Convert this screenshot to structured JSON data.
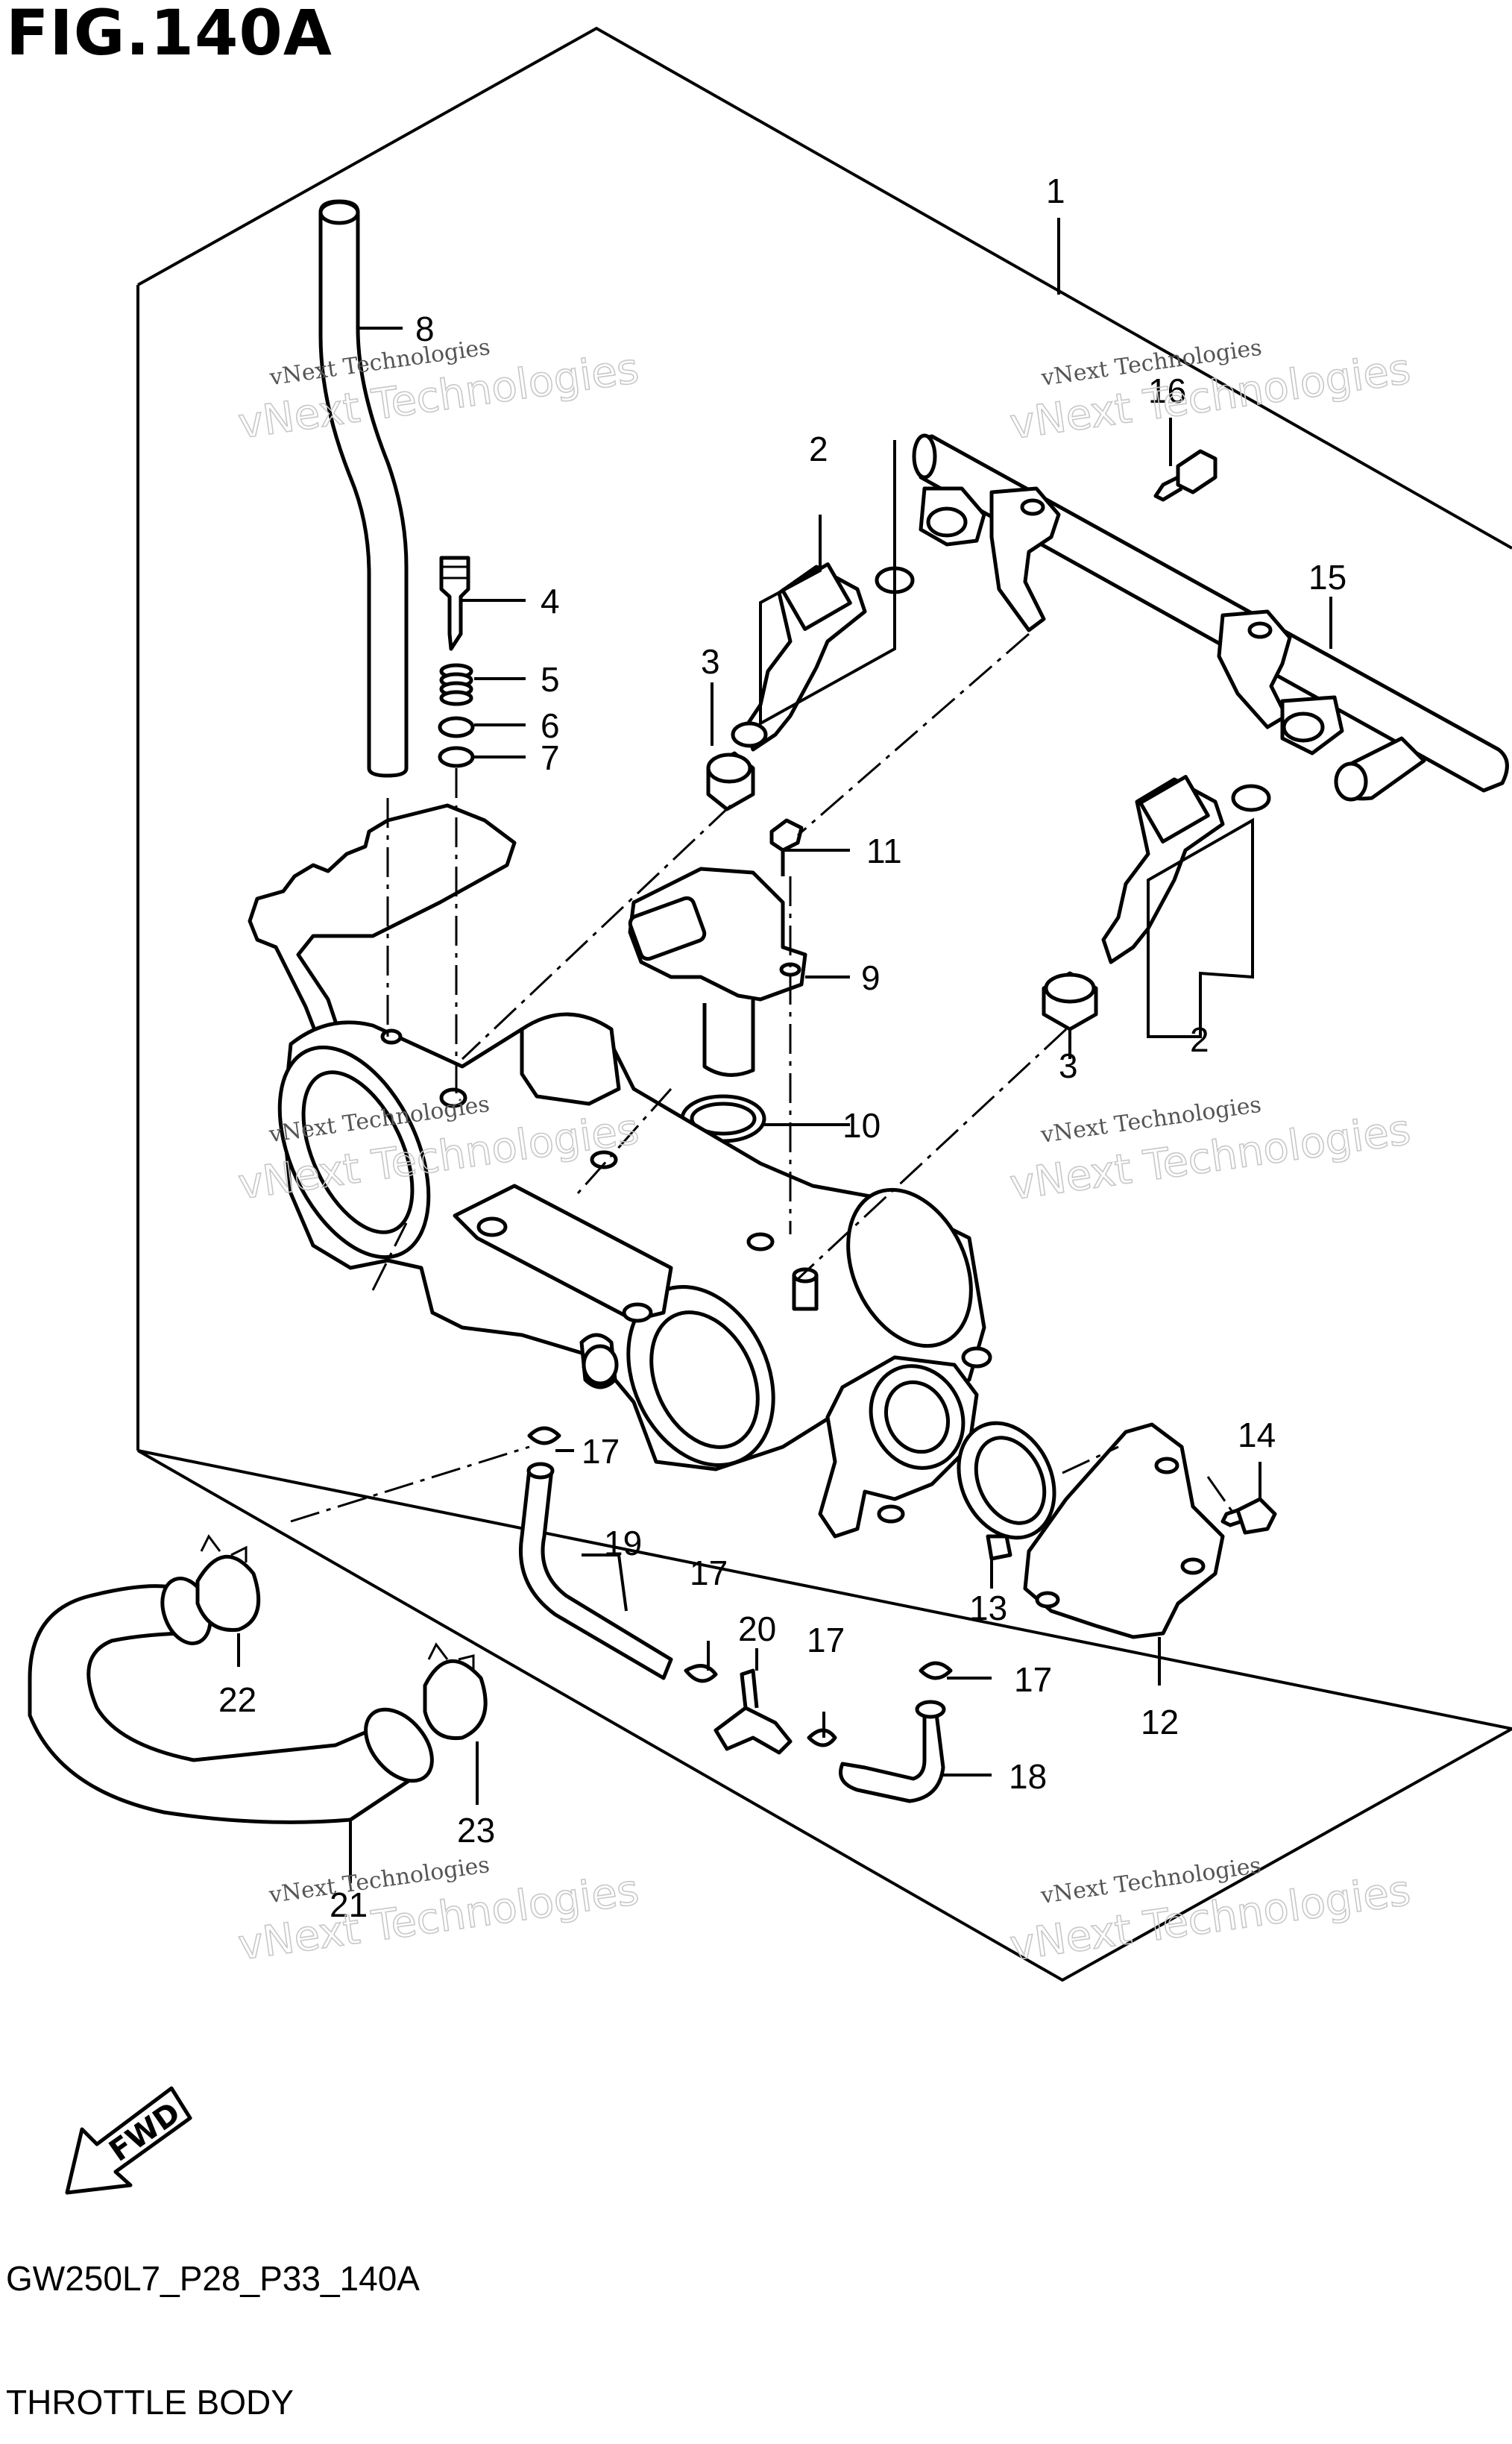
{
  "figure": {
    "title": "FIG.140A",
    "code": "GW250L7_P28_P33_140A",
    "name": "THROTTLE BODY"
  },
  "callouts": [
    "1",
    "2",
    "3",
    "4",
    "5",
    "6",
    "7",
    "8",
    "9",
    "10",
    "11",
    "2",
    "3",
    "12",
    "13",
    "14",
    "15",
    "16",
    "17",
    "17",
    "17",
    "17",
    "18",
    "19",
    "20",
    "21",
    "22",
    "23"
  ],
  "watermark": {
    "line1": "vNext Technologies",
    "line2": "vNext Technologies"
  },
  "fwd_label": "FWD"
}
